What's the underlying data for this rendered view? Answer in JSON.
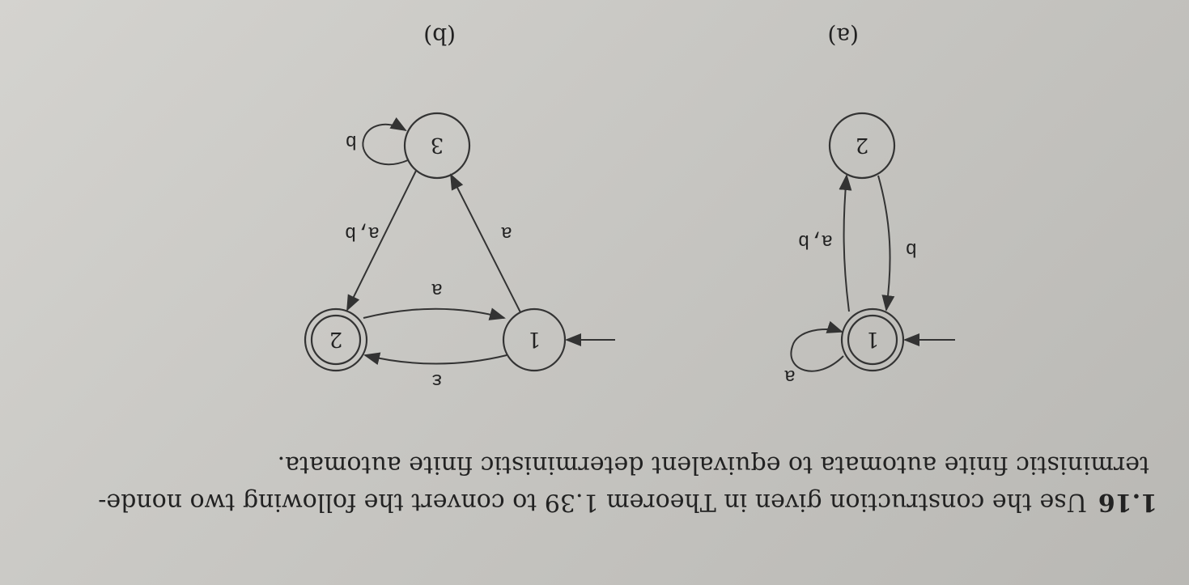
{
  "problem": {
    "number": "1.16",
    "line1": "Use the construction given in Theorem 1.39 to convert the following two nonde-",
    "line2": "terministic finite automata to equivalent deterministic finite automata."
  },
  "diagram_a": {
    "caption": "(a)",
    "states": [
      {
        "label": "1",
        "accepting": true,
        "start": true
      },
      {
        "label": "2",
        "accepting": false,
        "start": false
      }
    ],
    "transitions": [
      {
        "from": "1",
        "to": "1",
        "label": "a"
      },
      {
        "from": "1",
        "to": "2",
        "label": "a,b"
      },
      {
        "from": "2",
        "to": "1",
        "label": "b"
      }
    ]
  },
  "diagram_b": {
    "caption": "(b)",
    "states": [
      {
        "label": "1",
        "accepting": false,
        "start": true
      },
      {
        "label": "2",
        "accepting": true,
        "start": false
      },
      {
        "label": "3",
        "accepting": false,
        "start": false
      }
    ],
    "transitions": [
      {
        "from": "1",
        "to": "2",
        "label": "ε"
      },
      {
        "from": "2",
        "to": "1",
        "label": "a"
      },
      {
        "from": "1",
        "to": "3",
        "label": "a"
      },
      {
        "from": "3",
        "to": "2",
        "label": "a,b"
      },
      {
        "from": "3",
        "to": "3",
        "label": "b"
      }
    ]
  }
}
